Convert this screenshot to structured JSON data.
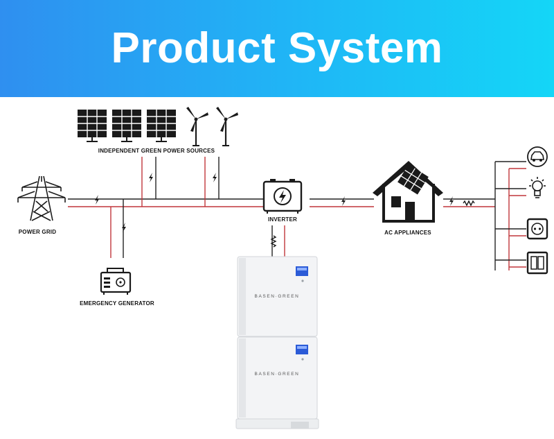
{
  "header": {
    "title": "Product System Application"
  },
  "diagram": {
    "labels": {
      "green_sources": "INDEPENDENT GREEN POWER SOURCES",
      "power_grid": "POWER GRID",
      "inverter": "INVERTER",
      "ac_appliances": "AC APPLIANCES",
      "emergency_generator": "EMERGENCY GENERATOR"
    },
    "battery": {
      "brand_top": "BASEN·GREEN",
      "brand_bottom": "BASEN·GREEN"
    },
    "icons": [
      "solar-panel-icon",
      "wind-turbine-icon",
      "transmission-tower-icon",
      "inverter-icon",
      "house-solar-icon",
      "generator-icon",
      "ev-car-icon",
      "light-bulb-icon",
      "power-socket-icon",
      "wall-switch-icon",
      "resistor-icon",
      "lightning-icon"
    ],
    "colors": {
      "banner_start": "#2f8ff0",
      "banner_end": "#14d6f7",
      "wire_dark": "#222222",
      "wire_red": "#c0353a"
    }
  }
}
